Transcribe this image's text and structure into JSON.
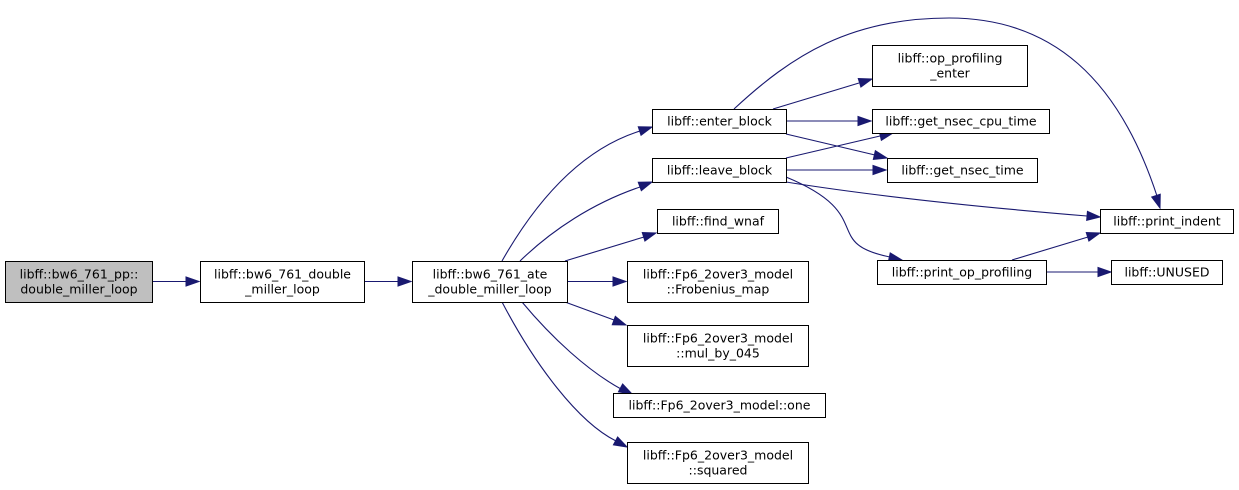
{
  "graph": {
    "edge_color": "#191970",
    "root_fill": "#bfbfbf",
    "node_fill": "#ffffff",
    "nodes": [
      {
        "id": "root",
        "lines": [
          "libff::bw6_761_pp::",
          "double_miller_loop"
        ],
        "highlighted": true
      },
      {
        "id": "dml",
        "lines": [
          "libff::bw6_761_double",
          "_miller_loop"
        ]
      },
      {
        "id": "ate",
        "lines": [
          "libff::bw6_761_ate",
          "_double_miller_loop"
        ]
      },
      {
        "id": "enter_block",
        "lines": [
          "libff::enter_block"
        ]
      },
      {
        "id": "leave_block",
        "lines": [
          "libff::leave_block"
        ]
      },
      {
        "id": "find_wnaf",
        "lines": [
          "libff::find_wnaf"
        ]
      },
      {
        "id": "frobenius",
        "lines": [
          "libff::Fp6_2over3_model",
          "::Frobenius_map"
        ]
      },
      {
        "id": "mul_by_045",
        "lines": [
          "libff::Fp6_2over3_model",
          "::mul_by_045"
        ]
      },
      {
        "id": "one",
        "lines": [
          "libff::Fp6_2over3_model::one"
        ]
      },
      {
        "id": "squared",
        "lines": [
          "libff::Fp6_2over3_model",
          "::squared"
        ]
      },
      {
        "id": "op_prof_enter",
        "lines": [
          "libff::op_profiling",
          "_enter"
        ]
      },
      {
        "id": "cpu_time",
        "lines": [
          "libff::get_nsec_cpu_time"
        ]
      },
      {
        "id": "nsec_time",
        "lines": [
          "libff::get_nsec_time"
        ]
      },
      {
        "id": "print_op_prof",
        "lines": [
          "libff::print_op_profiling"
        ]
      },
      {
        "id": "print_indent",
        "lines": [
          "libff::print_indent"
        ]
      },
      {
        "id": "unused",
        "lines": [
          "libff::UNUSED"
        ]
      }
    ],
    "edges": [
      {
        "from": "root",
        "to": "dml"
      },
      {
        "from": "dml",
        "to": "ate"
      },
      {
        "from": "ate",
        "to": "enter_block"
      },
      {
        "from": "ate",
        "to": "leave_block"
      },
      {
        "from": "ate",
        "to": "find_wnaf"
      },
      {
        "from": "ate",
        "to": "frobenius"
      },
      {
        "from": "ate",
        "to": "mul_by_045"
      },
      {
        "from": "ate",
        "to": "one"
      },
      {
        "from": "ate",
        "to": "squared"
      },
      {
        "from": "enter_block",
        "to": "op_prof_enter"
      },
      {
        "from": "enter_block",
        "to": "cpu_time"
      },
      {
        "from": "enter_block",
        "to": "nsec_time"
      },
      {
        "from": "enter_block",
        "to": "print_indent"
      },
      {
        "from": "leave_block",
        "to": "cpu_time"
      },
      {
        "from": "leave_block",
        "to": "nsec_time"
      },
      {
        "from": "leave_block",
        "to": "print_indent"
      },
      {
        "from": "leave_block",
        "to": "print_op_prof"
      },
      {
        "from": "print_op_prof",
        "to": "print_indent"
      },
      {
        "from": "print_op_prof",
        "to": "unused"
      }
    ]
  }
}
